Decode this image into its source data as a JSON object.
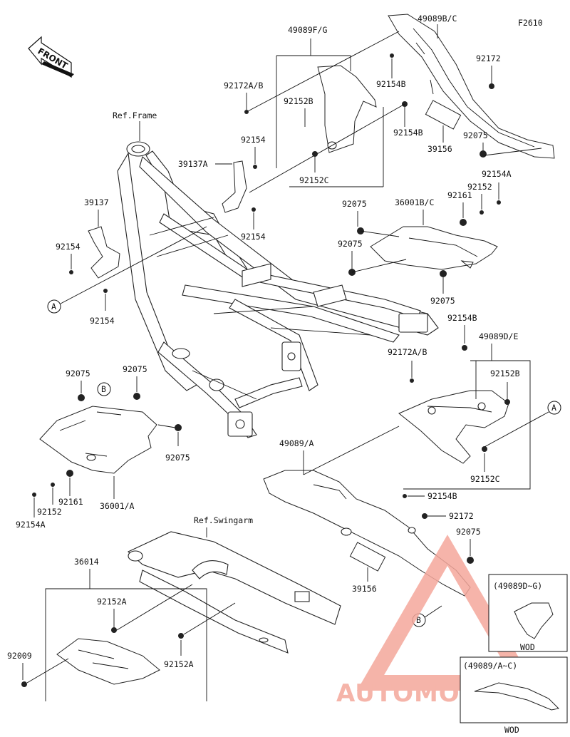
{
  "figure_code": "F2610",
  "direction_arrow": "FRONT",
  "references": {
    "frame": "Ref.Frame",
    "swingarm": "Ref.Swingarm"
  },
  "callout_markers": {
    "a": "A",
    "b": "B"
  },
  "labels": {
    "p49089BC": "49089B/C",
    "p92172_top": "92172",
    "p49089FG": "49089F/G",
    "p92172AB_top": "92172A/B",
    "p92154B_1": "92154B",
    "p92152B_top": "92152B",
    "p92154B_2": "92154B",
    "p39156_top": "39156",
    "p92075_top": "92075",
    "p92154_1": "92154",
    "p39137A": "39137A",
    "p92152C_top": "92152C",
    "p92154A_top": "92154A",
    "p92152_top": "92152",
    "p92161_top": "92161",
    "p39137": "39137",
    "p92075_a": "92075",
    "p36001BC": "36001B/C",
    "p92154_2": "92154",
    "p92154_left": "92154",
    "p92075_b": "92075",
    "p92154_left2": "92154",
    "p92075_c": "92075",
    "p92154B_3": "92154B",
    "p49089DE": "49089D/E",
    "p92075_l1": "92075",
    "p92075_l2": "92075",
    "p92172AB_mid": "92172A/B",
    "p92152B_mid": "92152B",
    "p92075_l3": "92075",
    "p49089A": "49089/A",
    "p92152C_mid": "92152C",
    "p92161_bot": "92161",
    "p92152_bot": "92152",
    "p36001A": "36001/A",
    "p92154A_bot": "92154A",
    "p92154B_4": "92154B",
    "p92172_bot": "92172",
    "p92075_bot": "92075",
    "p36014": "36014",
    "p39156_bot": "39156",
    "p92152A_1": "92152A",
    "p92009": "92009",
    "p92152A_2": "92152A"
  },
  "insets": {
    "upper_caption": "(49089D~G)",
    "upper_tag": "WOD",
    "lower_caption": "(49089/A~C)",
    "lower_tag": "WOD"
  },
  "watermark": {
    "text": "AUTOMOTOHUB",
    "color_main": "#f4a79b",
    "color_accent": "#f7c46a"
  }
}
